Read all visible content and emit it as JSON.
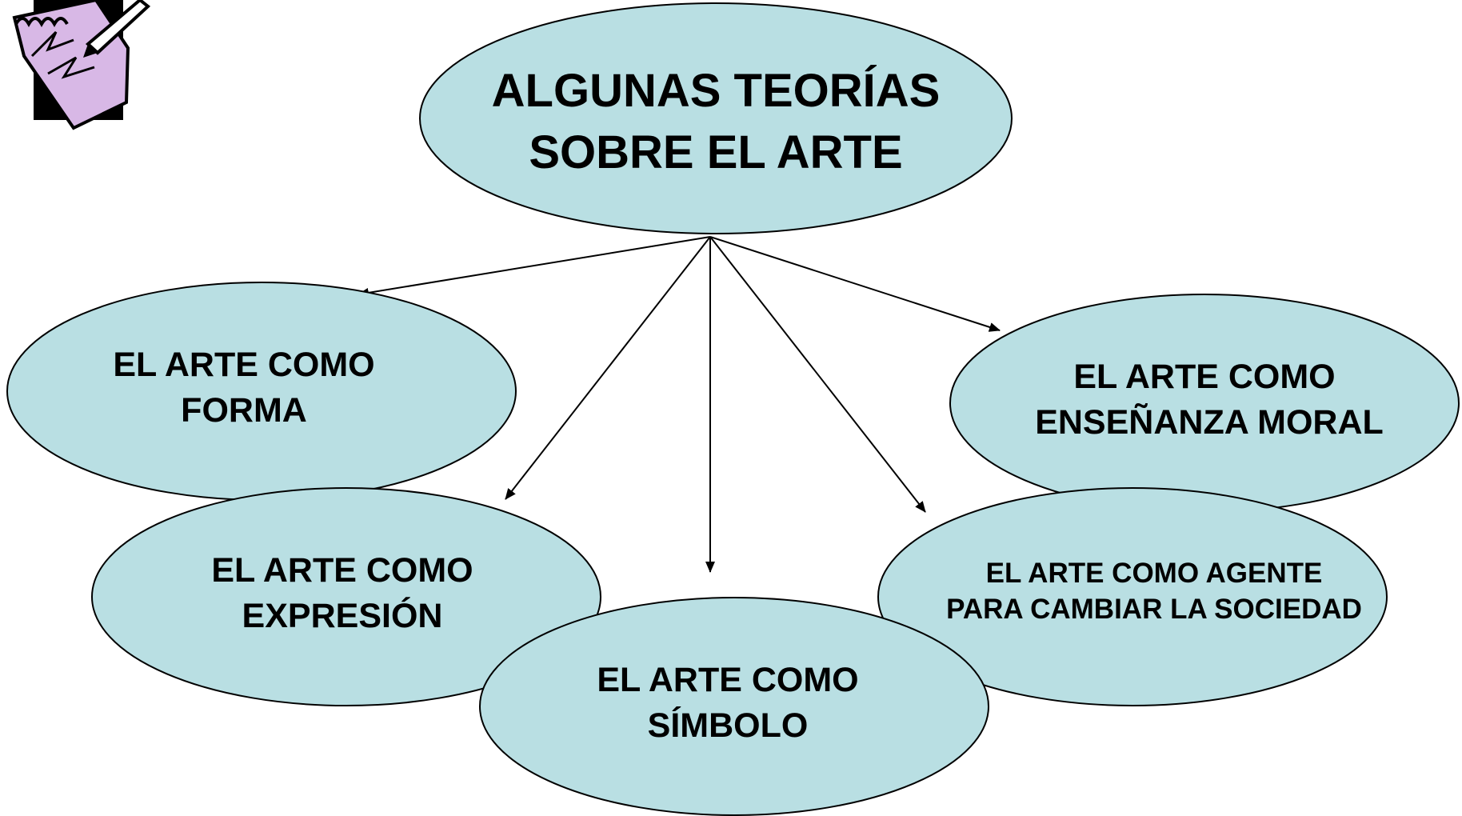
{
  "diagram": {
    "central": {
      "line1": "ALGUNAS TEORÍAS",
      "line2": "SOBRE EL ARTE"
    },
    "theories": [
      {
        "line1": "EL ARTE COMO",
        "line2": "FORMA"
      },
      {
        "line1": "EL ARTE COMO",
        "line2": "EXPRESIÓN"
      },
      {
        "line1": "EL ARTE COMO",
        "line2": "SÍMBOLO"
      },
      {
        "line1": "EL ARTE COMO AGENTE",
        "line2": "PARA CAMBIAR LA SOCIEDAD"
      },
      {
        "line1": "EL ARTE COMO",
        "line2": "ENSEÑANZA MORAL"
      }
    ]
  },
  "colors": {
    "node_fill": "#b9dfe3",
    "stroke": "#000000",
    "clipart_paper": "#d8b8e6"
  },
  "icons": {
    "clipart": "notepad-pencil-icon"
  }
}
